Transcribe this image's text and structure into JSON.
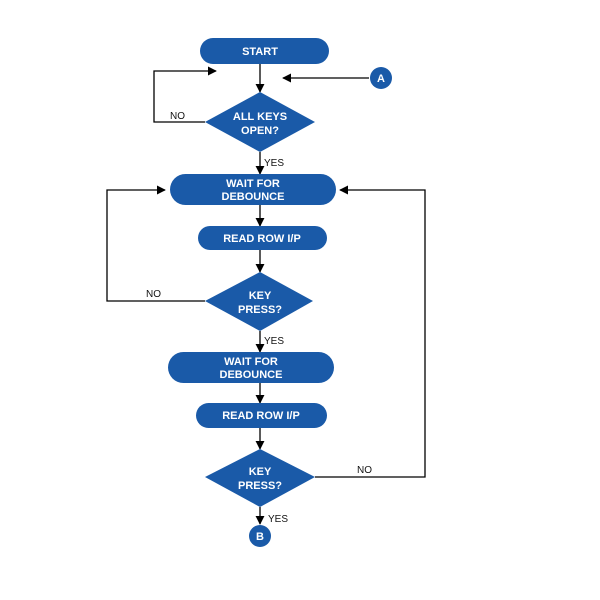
{
  "colors": {
    "node_fill": "#1a5aa8",
    "line": "#000000",
    "text": "#ffffff",
    "label": "#111111"
  },
  "nodes": {
    "start": "START",
    "all_keys_open_1": "ALL KEYS",
    "all_keys_open_2": "OPEN?",
    "wait_debounce1_1": "WAIT FOR",
    "wait_debounce1_2": "DEBOUNCE",
    "read_row1": "READ ROW I/P",
    "key_press1_1": "KEY",
    "key_press1_2": "PRESS?",
    "wait_debounce2_1": "WAIT FOR",
    "wait_debounce2_2": "DEBOUNCE",
    "read_row2": "READ ROW I/P",
    "key_press2_1": "KEY",
    "key_press2_2": "PRESS?",
    "connector_a": "A",
    "connector_b": "B"
  },
  "edge_labels": {
    "no_all_keys": "NO",
    "yes_all_keys": "YES",
    "no_key_press1": "NO",
    "yes_key_press1": "YES",
    "no_key_press2": "NO",
    "yes_key_press2": "YES"
  }
}
